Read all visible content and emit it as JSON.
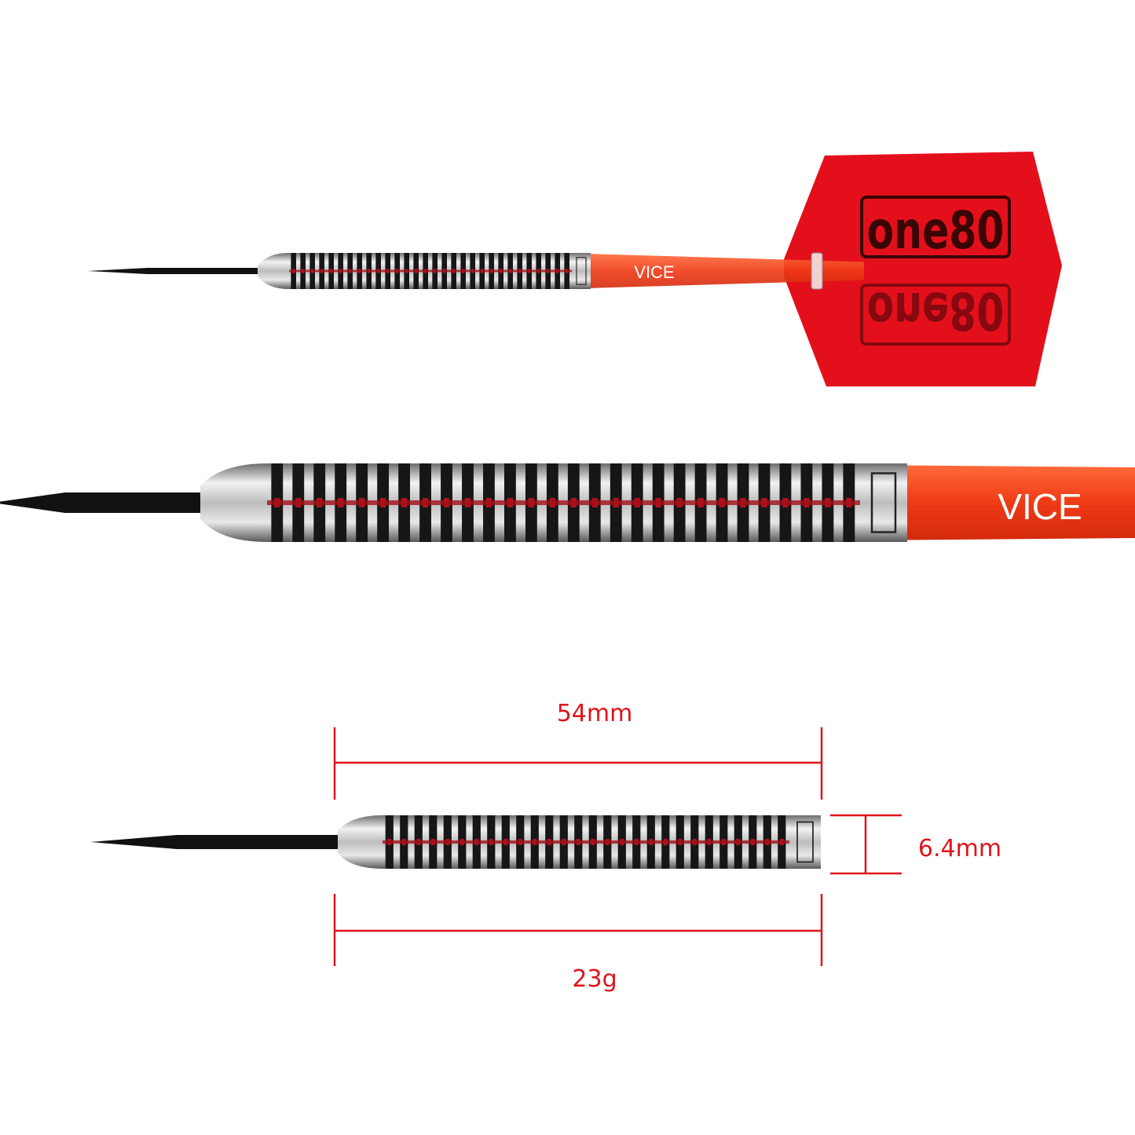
{
  "product": {
    "brand_logo": "one80",
    "shaft_logo": "VICE",
    "colors": {
      "accent_red": "#e0141b",
      "flight_red": "#e3101c",
      "shaft_orange": "#f2401c",
      "barrel_black": "#1a1a1a",
      "steel": "#c8c8c8"
    }
  },
  "dimensions": {
    "length_label": "54mm",
    "diameter_label": "6.4mm",
    "weight_label": "23g"
  }
}
